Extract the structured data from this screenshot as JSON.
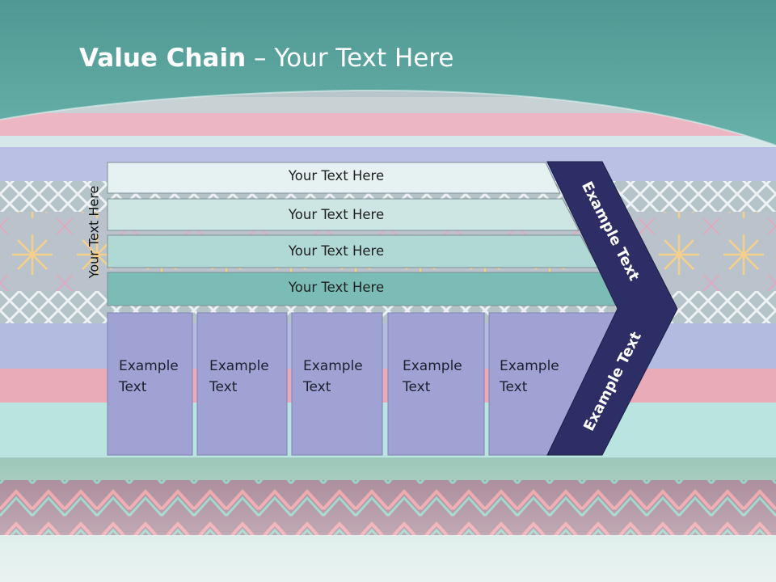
{
  "slide": {
    "title_bold": "Value Chain",
    "title_rest": " – Your Text Here",
    "colors": {
      "header_teal": "#5fa7a1",
      "band_1": "#e6f2f1",
      "band_2": "#cde6e3",
      "band_3": "#b0d8d4",
      "band_4": "#7cbcb6",
      "box_fill": "#a0a2d4",
      "chevron_fill": "#2e2e66"
    }
  },
  "support_activities": {
    "side_label": "Your Text Here",
    "bands": [
      {
        "label": "Your Text Here"
      },
      {
        "label": "Your Text Here"
      },
      {
        "label": "Your Text Here"
      },
      {
        "label": "Your Text Here"
      }
    ]
  },
  "primary_activities": {
    "boxes": [
      {
        "line1": "Example",
        "line2": "Text"
      },
      {
        "line1": "Example",
        "line2": "Text"
      },
      {
        "line1": "Example",
        "line2": "Text"
      },
      {
        "line1": "Example",
        "line2": "Text"
      },
      {
        "line1": "Example",
        "line2": "Text"
      }
    ]
  },
  "margin_chevron": {
    "upper_label": "Example Text",
    "lower_label": "Example Text"
  }
}
